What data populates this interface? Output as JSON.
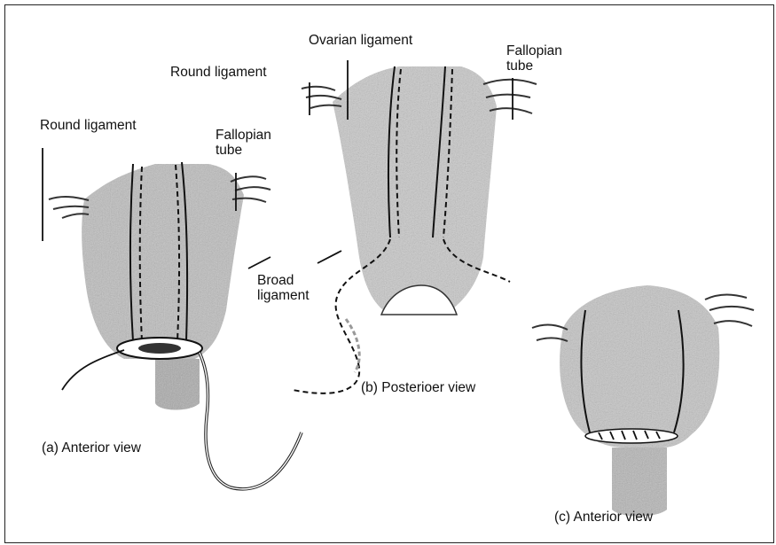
{
  "labels": {
    "round_ligament_a": "Round ligament",
    "fallopian_tube_a": "Fallopian\ntube",
    "broad_ligament": "Broad\nligament",
    "anterior_view_a": "(a) Anterior view",
    "round_ligament_b": "Round ligament",
    "ovarian_ligament": "Ovarian ligament",
    "fallopian_tube_b": "Fallopian\ntube",
    "posterior_view_b": "(b) Posterioer view",
    "anterior_view_c": "(c) Anterior view"
  }
}
